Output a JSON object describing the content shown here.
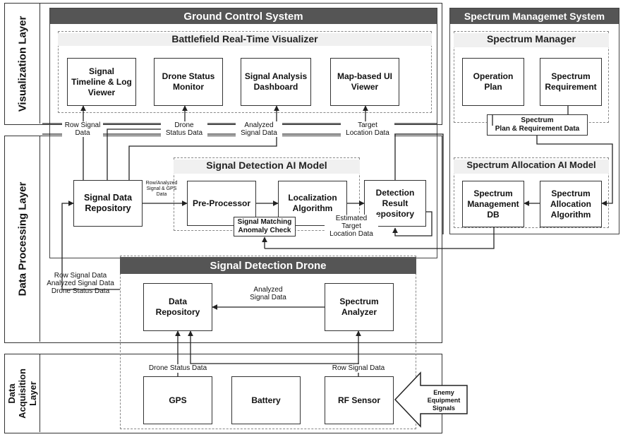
{
  "layers": {
    "visualization": "Visualization Layer",
    "processing": "Data Processing Layer",
    "acquisition": "Data\nAcquisition\nLayer"
  },
  "ground_control": {
    "title": "Ground Control System",
    "visualizer": {
      "title": "Battlefield Real-Time Visualizer",
      "boxes": [
        "Signal\nTimeline & Log\nViewer",
        "Drone Status\nMonitor",
        "Signal Analysis\nDashboard",
        "Map-based UI\nViewer"
      ]
    },
    "repository": "Signal Data\nRepository",
    "ai_model": {
      "title": "Signal Detection AI Model",
      "boxes": [
        "Pre-Processor",
        "Localization\nAlgorithm",
        "Detection\nResult\nepository"
      ],
      "anomaly": "Signal Matching\nAnomaly Check"
    }
  },
  "spectrum_system": {
    "title": "Spectrum Managemet System",
    "manager": {
      "title": "Spectrum Manager",
      "boxes": [
        "Operation\nPlan",
        "Spectrum\nRequirement"
      ]
    },
    "plan_data": "Spectrum\nPlan & Requirement Data",
    "ai_model": {
      "title": "Spectrum Allocation AI Model",
      "boxes": [
        "Spectrum\nManagement\nDB",
        "Spectrum\nAllocation\nAlgorithm"
      ]
    }
  },
  "drone": {
    "title": "Signal Detection Drone",
    "boxes": [
      "Data\nRepository",
      "Spectrum\nAnalyzer"
    ]
  },
  "acquisition_boxes": [
    "GPS",
    "Battery",
    "RF Sensor"
  ],
  "enemy": "Enemy Equipment\nSignals",
  "labels": {
    "row_signal": "Row Signal\nData",
    "drone_status": "Drone\nStatus Data",
    "analyzed_signal": "Analyzed\nSignal Data",
    "target_location": "Target\nLocation Data",
    "row_analyzed_gps": "Row/Analyzed\nSignal & GPS\nData",
    "estimated_target": "Estimated\nTarget\nLocation Data",
    "to_ground": "Row Signal Data\nAnalyzed Signal Data\nDrone Status Data",
    "drone_analyzed": "Analyzed\nSignal Data",
    "drone_status_data": "Drone Status Data",
    "row_signal_data": "Row Signal Data"
  }
}
